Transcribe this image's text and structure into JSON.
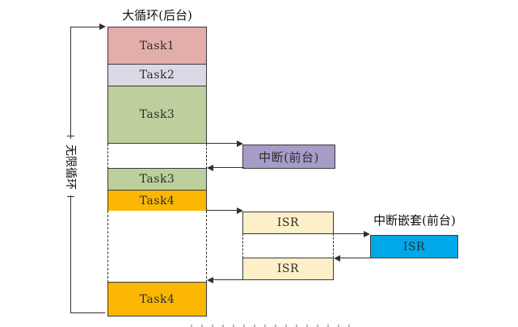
{
  "diagram": {
    "title": "大循环(后台)",
    "infinite_loop_label": "无限循环",
    "interrupt_label": "中断(前台)",
    "nested_interrupt_label": "中断嵌套(前台)",
    "background_blocks": {
      "task1": "Task1",
      "task2": "Task2",
      "task3_first": "Task3",
      "task3_second": "Task3",
      "task4_first": "Task4",
      "task4_second": "Task4"
    },
    "isr_blocks": {
      "isr_first": "ISR",
      "isr_second": "ISR",
      "isr_nested": "ISR"
    }
  },
  "colors": {
    "task1": "#e3aeaa",
    "task2": "#dcd9e6",
    "task3": "#bccf9c",
    "task4": "#fbb703",
    "interrupt": "#a79bc8",
    "isr": "#fdf0c8",
    "isr_nested": "#00a8e8",
    "line": "#303030"
  }
}
